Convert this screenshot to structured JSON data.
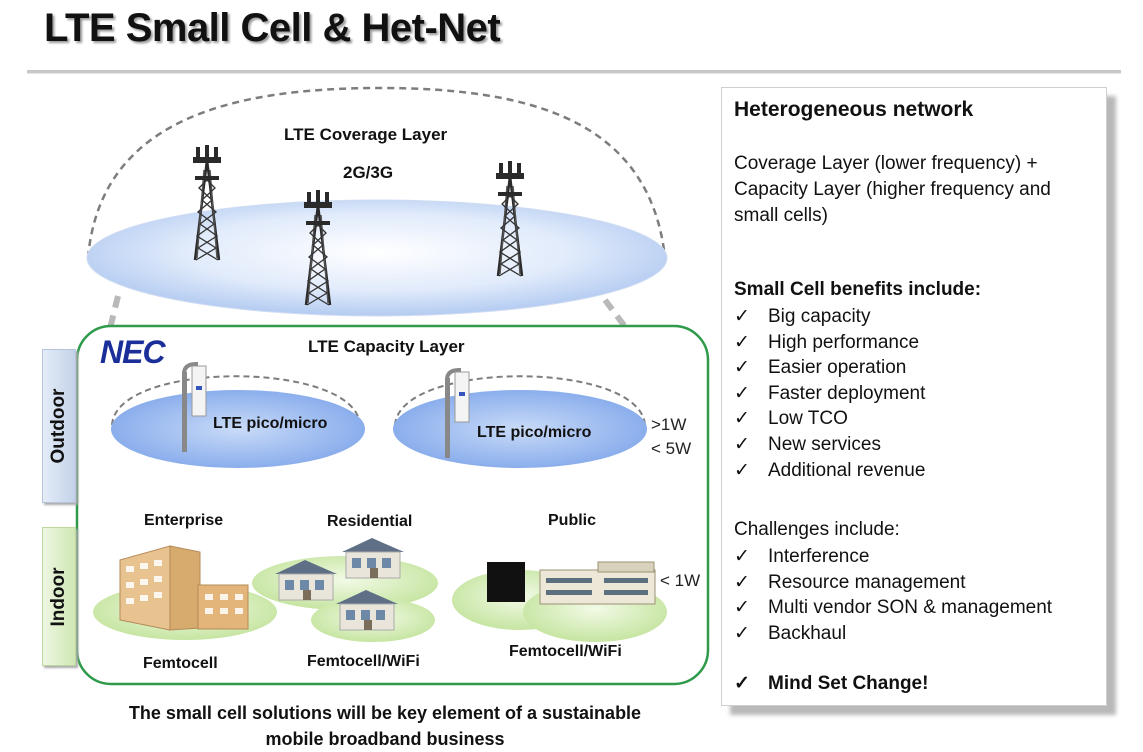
{
  "title": "LTE Small Cell & Het-Net",
  "diagram": {
    "coverage_layer": "LTE Coverage Layer",
    "coverage_tech": "2G/3G",
    "capacity_layer": "LTE Capacity Layer",
    "logo": "NEC",
    "outdoor_label": "Outdoor",
    "indoor_label": "Indoor",
    "pico_left": "LTE  pico/micro",
    "pico_right": "LTE  pico/micro",
    "power_outdoor_1": ">1W",
    "power_outdoor_2": "< 5W",
    "power_indoor": "< 1W",
    "enterprise": "Enterprise",
    "residential": "Residential",
    "public": "Public",
    "femto_enterprise": "Femtocell",
    "femto_residential": "Femtocell/WiFi",
    "femto_public": "Femtocell/WiFi",
    "caption_line1": "The small cell solutions will be key element of a sustainable",
    "caption_line2": "mobile broadband business",
    "colors": {
      "ellipse_fill": "#9fbff0",
      "capacity_border": "#2e9a4a",
      "ground_green": "#cde9a8",
      "nec_blue": "#1b2f9b"
    },
    "icons": [
      "cell-tower-icon",
      "pico-cell-pole-icon",
      "office-building-icon",
      "house-icon",
      "small-cell-unit-icon"
    ]
  },
  "panel": {
    "heading": "Heterogeneous network",
    "description": "Coverage Layer (lower frequency) + Capacity Layer (higher frequency and small cells)",
    "benefits_heading": "Small Cell benefits include:",
    "benefits": [
      "Big capacity",
      "High performance",
      "Easier operation",
      "Faster deployment",
      "Low TCO",
      "New services",
      "Additional revenue"
    ],
    "challenges_heading": "Challenges include:",
    "challenges": [
      "Interference",
      "Resource management",
      "Multi vendor SON & management",
      "Backhaul"
    ],
    "final_item": "Mind Set Change!",
    "check_mark": "✓"
  }
}
